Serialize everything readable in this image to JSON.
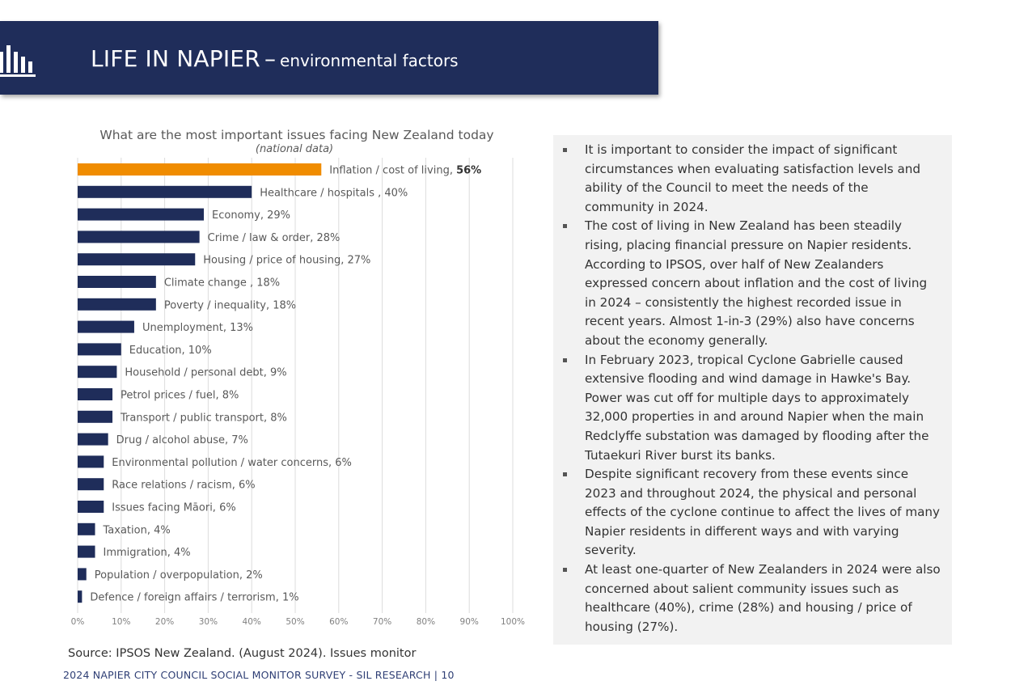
{
  "header": {
    "title_main": "LIFE IN NAPIER",
    "title_dash": "–",
    "title_sub": "environmental factors",
    "logo_icon": "bar-chart-logo-icon"
  },
  "colors": {
    "header_bg": "#1f2d5a",
    "bar_default": "#1f2d5a",
    "bar_highlight": "#f08c00"
  },
  "chart_data": {
    "type": "bar",
    "orientation": "horizontal",
    "title": "What are the most important issues facing New Zealand today",
    "subtitle": "(national data)",
    "xlabel": "",
    "ylabel": "",
    "xlim": [
      0,
      100
    ],
    "ticks": [
      "0%",
      "10%",
      "20%",
      "30%",
      "40%",
      "50%",
      "60%",
      "70%",
      "80%",
      "90%",
      "100%"
    ],
    "grid": true,
    "legend": "none",
    "categories": [
      "Inflation / cost of living",
      "Healthcare / hospitals",
      "Economy",
      "Crime / law & order",
      "Housing / price of housing",
      "Climate change",
      "Poverty / inequality",
      "Unemployment",
      "Education",
      "Household / personal debt",
      "Petrol prices / fuel",
      "Transport / public transport",
      "Drug / alcohol abuse",
      "Environmental pollution / water concerns",
      "Race relations / racism",
      "Issues facing Māori",
      "Taxation",
      "Immigration",
      "Population / overpopulation",
      "Defence / foreign affairs / terrorism"
    ],
    "values": [
      56,
      40,
      29,
      28,
      27,
      18,
      18,
      13,
      10,
      9,
      8,
      8,
      7,
      6,
      6,
      6,
      4,
      4,
      2,
      1
    ],
    "data_labels": [
      "Inflation / cost of living, 56%",
      "Healthcare / hospitals , 40%",
      "Economy, 29%",
      "Crime / law & order, 28%",
      "Housing / price of housing, 27%",
      "Climate change , 18%",
      "Poverty / inequality, 18%",
      "Unemployment, 13%",
      "Education, 10%",
      "Household / personal debt, 9%",
      "Petrol prices / fuel, 8%",
      "Transport / public transport, 8%",
      "Drug / alcohol abuse, 7%",
      "Environmental pollution / water concerns, 6%",
      "Race relations / racism, 6%",
      "Issues facing Māori, 6%",
      "Taxation, 4%",
      "Immigration, 4%",
      "Population / overpopulation, 2%",
      "Defence / foreign affairs / terrorism, 1%"
    ],
    "highlight_index": 0
  },
  "notes": [
    "It is important to consider the impact of significant circumstances when evaluating satisfaction levels and ability of the Council to meet the needs of the community in 2024.",
    "The cost of living in New Zealand has been steadily rising, placing financial pressure on Napier residents. According to IPSOS, over half of New Zealanders expressed concern about inflation and the cost of living in 2024 – consistently the highest recorded issue in recent years. Almost 1-in-3 (29%) also have concerns about the economy generally.",
    "In February 2023, tropical Cyclone Gabrielle caused extensive flooding and wind damage in Hawke's Bay. Power was cut off for multiple days to approximately 32,000 properties in and around Napier when the main Redclyffe substation was damaged by flooding after the Tutaekuri River burst its banks.",
    "Despite significant recovery from these events since 2023 and throughout 2024, the physical and personal effects of the cyclone continue to affect the lives of many Napier residents in different ways and with varying severity.",
    "At least one-quarter of New Zealanders in 2024 were also concerned about salient community issues such as healthcare (40%), crime (28%) and housing / price of housing (27%)."
  ],
  "source": "Source: IPSOS New Zealand. (August 2024). Issues monitor",
  "footer": "2024 NAPIER CITY COUNCIL SOCIAL MONITOR SURVEY - SIL RESEARCH | 10"
}
